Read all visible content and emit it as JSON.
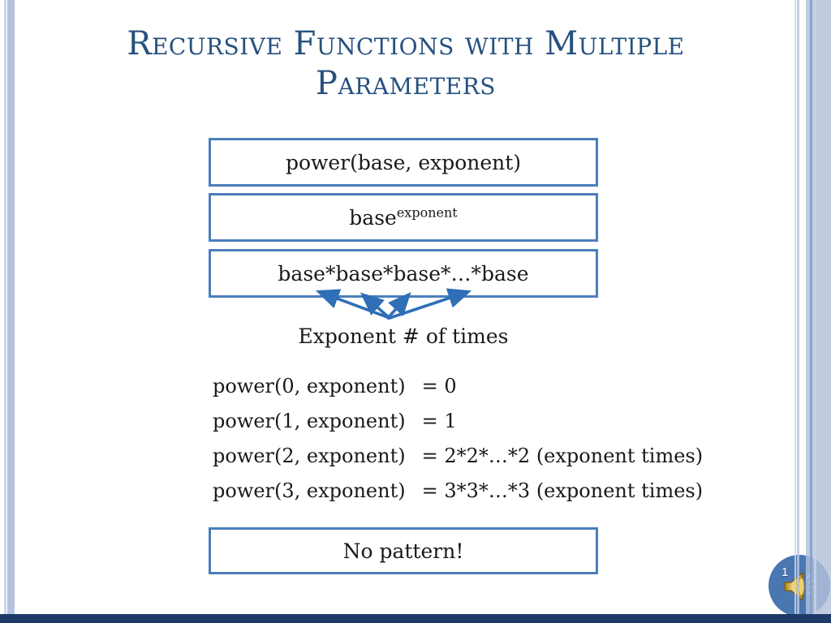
{
  "slide": {
    "title_line1": "Recursive Functions with Multiple",
    "title_line2": "Parameters",
    "boxes": [
      {
        "label": "power(base, exponent)"
      },
      {
        "base": "base",
        "superscript": "exponent"
      },
      {
        "label": "base*base*base*…*base"
      }
    ],
    "arrow_caption": "Exponent # of times",
    "equations": [
      {
        "lhs": "power(0, exponent)",
        "rhs": "= 0"
      },
      {
        "lhs": "power(1, exponent)",
        "rhs": "= 1"
      },
      {
        "lhs": "power(2, exponent)",
        "rhs": "= 2*2*…*2 (exponent times)"
      },
      {
        "lhs": "power(3, exponent)",
        "rhs": "= 3*3*…*3 (exponent times)"
      }
    ],
    "conclusion": "No pattern!"
  },
  "player": {
    "slide_number": "1",
    "audio_icon": "speaker-icon"
  },
  "colors": {
    "title_text": "#26517f",
    "box_border": "#4a7ebb",
    "arrow": "#2e6fb7",
    "body_text": "#1a1a1a",
    "edge_stripe_light": "#ccd7ea",
    "edge_stripe_medium": "#b3c1d9",
    "edge_stripe_dark_line": "#7f9fca",
    "bottom_bar": "#1e3a66",
    "audio_button_circle": "#4a77b1",
    "speaker_gold": "#d9a62a"
  }
}
